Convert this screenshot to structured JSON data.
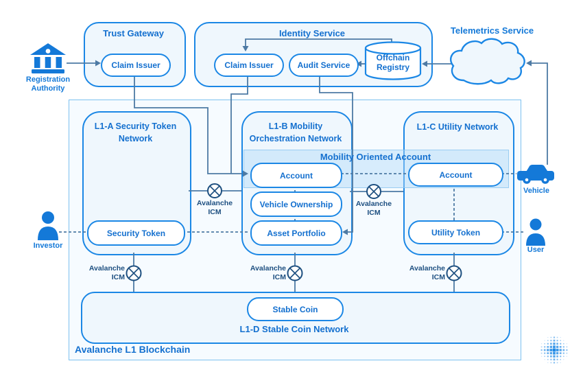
{
  "external": {
    "registration_authority": "Registration Authority",
    "investor": "Investor",
    "vehicle": "Vehicle",
    "user": "User",
    "telemetrics_title": "Telemetrics Service"
  },
  "trust_gateway": {
    "title": "Trust Gateway",
    "claim_issuer": "Claim Issuer"
  },
  "identity_service": {
    "title": "Identity Service",
    "claim_issuer": "Claim Issuer",
    "audit_service": "Audit Service",
    "offchain_registry": "Offchain Registry"
  },
  "blockchain": {
    "label": "Avalanche L1 Blockchain",
    "mobility_band_label": "Mobility Oriented Account",
    "icm_line1": "Avalanche",
    "icm_line2": "ICM",
    "l1a": {
      "title": "L1-A Security Token Network",
      "security_token": "Security Token"
    },
    "l1b": {
      "title": "L1-B Mobility Orchestration Network",
      "account": "Account",
      "vehicle_ownership": "Vehicle Ownership",
      "asset_portfolio": "Asset Portfolio"
    },
    "l1c": {
      "title": "L1-C Utility Network",
      "account": "Account",
      "utility_token": "Utility Token"
    },
    "l1d": {
      "title": "L1-D Stable Coin Network",
      "stable_coin": "Stable Coin"
    }
  },
  "colors": {
    "primary": "#1b87e5",
    "text_blue": "#1470cf",
    "line": "#4d7aa4",
    "icm_dark": "#1d4f80",
    "icon_blue": "#1479d8",
    "box_fill": "#eff7fd",
    "outer_fill": "#f6fbff",
    "band_fill": "#b2daf8"
  }
}
